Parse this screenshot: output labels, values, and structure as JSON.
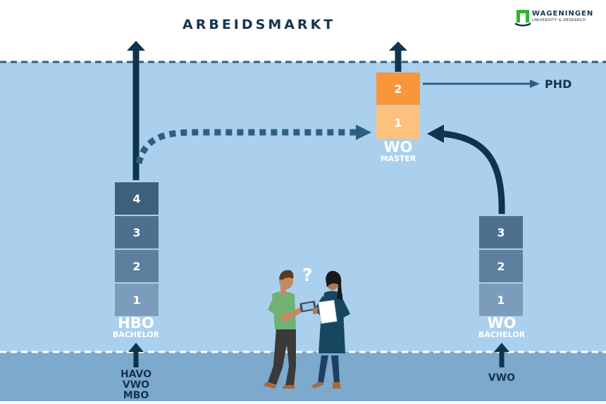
{
  "title": "ARBEIDSMARKT",
  "logo": {
    "name": "WAGENINGEN",
    "sub": "UNIVERSITY & RESEARCH",
    "icon": "wur-logo-icon"
  },
  "phd_label": "PHD",
  "hbo": {
    "title": "HBO",
    "subtitle": "BACHELOR",
    "years": [
      "1",
      "2",
      "3",
      "4"
    ],
    "inputs": [
      "HAVO",
      "VWO",
      "MBO"
    ]
  },
  "wo_bachelor": {
    "title": "WO",
    "subtitle": "BACHELOR",
    "years": [
      "1",
      "2",
      "3"
    ],
    "inputs": [
      "VWO"
    ]
  },
  "wo_master": {
    "title": "WO",
    "subtitle": "MASTER",
    "years": [
      "1",
      "2"
    ]
  },
  "question_mark": "?",
  "colors": {
    "background_mid": "#aad0ee",
    "background_bottom": "#7ca9cc",
    "dark_navy": "#10344c",
    "hbo_years": [
      "#7b9cba",
      "#5e7f9d",
      "#4e6f8d",
      "#3f607d"
    ],
    "master_years": [
      "#fcc17c",
      "#f8963a"
    ],
    "arrow_dashed": "#2e5f80"
  }
}
